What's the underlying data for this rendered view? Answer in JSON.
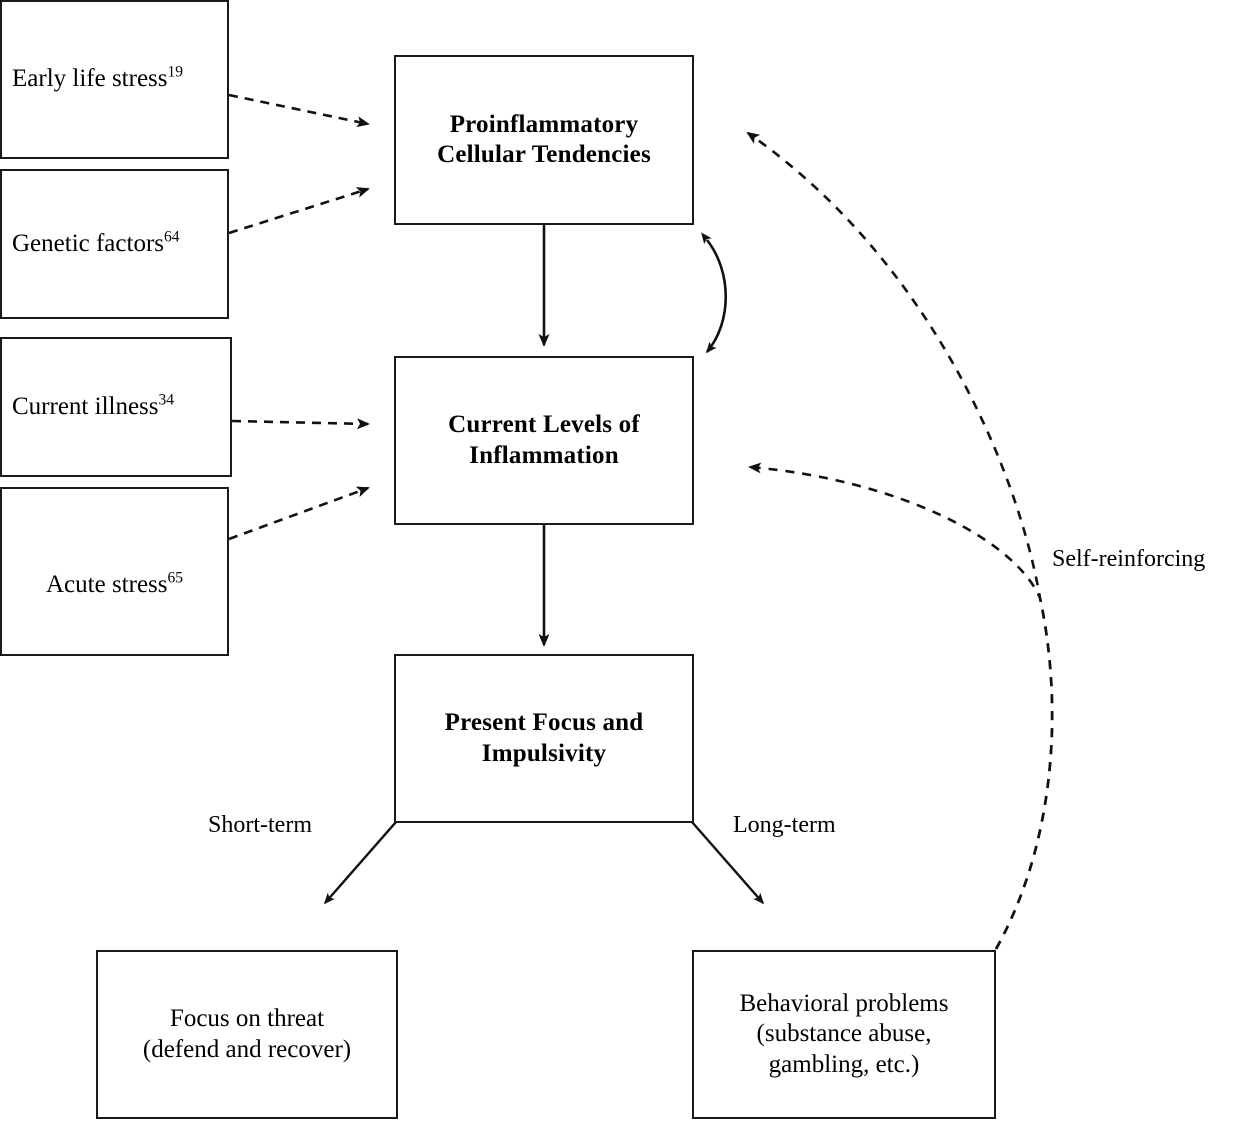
{
  "diagram": {
    "title_present": false,
    "type": "flowchart",
    "background_color": "#ffffff",
    "stroke_color": "#1a1a1a"
  },
  "nodes": {
    "early_life_stress": {
      "text": "Early life stress",
      "citation": "19"
    },
    "genetic_factors": {
      "text": "Genetic factors",
      "citation": "64"
    },
    "current_illness": {
      "text": "Current illness",
      "citation": "34"
    },
    "acute_stress": {
      "text": "Acute stress",
      "citation": "65"
    },
    "proinflammatory": {
      "line1": "Proinflammatory",
      "line2": "Cellular Tendencies"
    },
    "inflammation": {
      "line1": "Current Levels of",
      "line2": "Inflammation"
    },
    "present_focus": {
      "line1": "Present Focus and",
      "line2": "Impulsivity"
    },
    "focus_on_threat": {
      "line1": "Focus on threat",
      "line2": "(defend and recover)"
    },
    "behavioral_problems": {
      "line1": "Behavioral problems",
      "line2": "(substance abuse,",
      "line3": "gambling, etc.)"
    }
  },
  "edge_labels": {
    "short_term": "Short-term",
    "long_term": "Long-term",
    "self_reinforcing": "Self-reinforcing"
  },
  "edges": [
    {
      "from": "early_life_stress",
      "to": "proinflammatory",
      "style": "dashed",
      "arrow": "single"
    },
    {
      "from": "genetic_factors",
      "to": "proinflammatory",
      "style": "dashed",
      "arrow": "single"
    },
    {
      "from": "current_illness",
      "to": "inflammation",
      "style": "dashed",
      "arrow": "single"
    },
    {
      "from": "acute_stress",
      "to": "inflammation",
      "style": "dashed",
      "arrow": "single"
    },
    {
      "from": "proinflammatory",
      "to": "inflammation",
      "style": "solid",
      "arrow": "single"
    },
    {
      "from": "proinflammatory",
      "to": "inflammation",
      "style": "solid-curved",
      "arrow": "double"
    },
    {
      "from": "inflammation",
      "to": "present_focus",
      "style": "solid",
      "arrow": "single"
    },
    {
      "from": "present_focus",
      "to": "focus_on_threat",
      "style": "solid",
      "arrow": "single",
      "label": "Short-term"
    },
    {
      "from": "present_focus",
      "to": "behavioral_problems",
      "style": "solid",
      "arrow": "single",
      "label": "Long-term"
    },
    {
      "from": "behavioral_problems",
      "to": "proinflammatory",
      "style": "dashed-curved",
      "arrow": "single",
      "label": "Self-reinforcing"
    },
    {
      "from": "behavioral_problems",
      "to": "inflammation",
      "style": "dashed-curved",
      "arrow": "single",
      "label": "Self-reinforcing"
    }
  ]
}
